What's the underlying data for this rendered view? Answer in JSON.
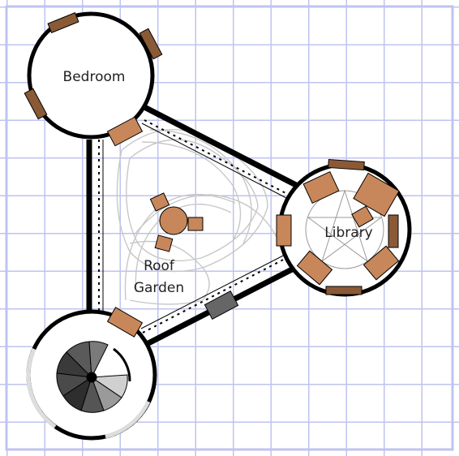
{
  "map": {
    "rooms": [
      {
        "id": "bedroom",
        "label": "Bedroom"
      },
      {
        "id": "library",
        "label": "Library"
      },
      {
        "id": "roof_garden",
        "label_lines": [
          "Roof",
          "Garden"
        ]
      },
      {
        "id": "stair_tower",
        "label": ""
      }
    ]
  },
  "colors": {
    "paper": "#ffffff",
    "grid_line": "#bfc3ef",
    "grid_line_strong": "#a9aee6",
    "wall": "#000000",
    "furniture": "#c8875a",
    "furniture_dark": "#8a5a36",
    "door_closed": "#666666",
    "knotwork": "#c8c8c8",
    "stair_dark": "#3a3a3a"
  }
}
